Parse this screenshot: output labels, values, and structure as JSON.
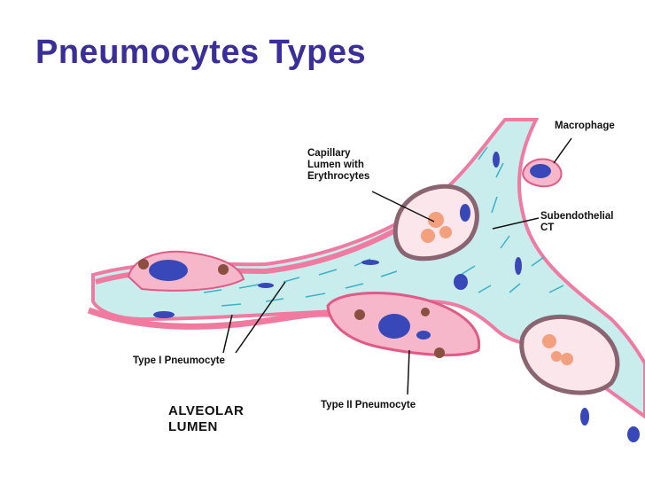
{
  "slide": {
    "title": "Pneumocytes Types",
    "title_color": "#3a2e9a"
  },
  "labels": {
    "macrophage": "Macrophage",
    "capillary_line1": "Capillary",
    "capillary_line2": "Lumen with",
    "capillary_line3": "Erythrocytes",
    "subendo_line1": "Subendothelial",
    "subendo_line2": "CT",
    "type1": "Type I Pneumocyte",
    "type2": "Type II Pneumocyte",
    "alveolar_line1": "ALVEOLAR",
    "alveolar_line2": "LUMEN"
  },
  "colors": {
    "pink_tissue": "#f07aa0",
    "pink_fill": "#f6b7cb",
    "light_blue_ct": "#c9ecec",
    "fiber_teal": "#3bb2c8",
    "nucleus_blue": "#3848b8",
    "erythrocyte_orange": "#f3a07e",
    "lamellar_brown": "#8a4f3f"
  }
}
